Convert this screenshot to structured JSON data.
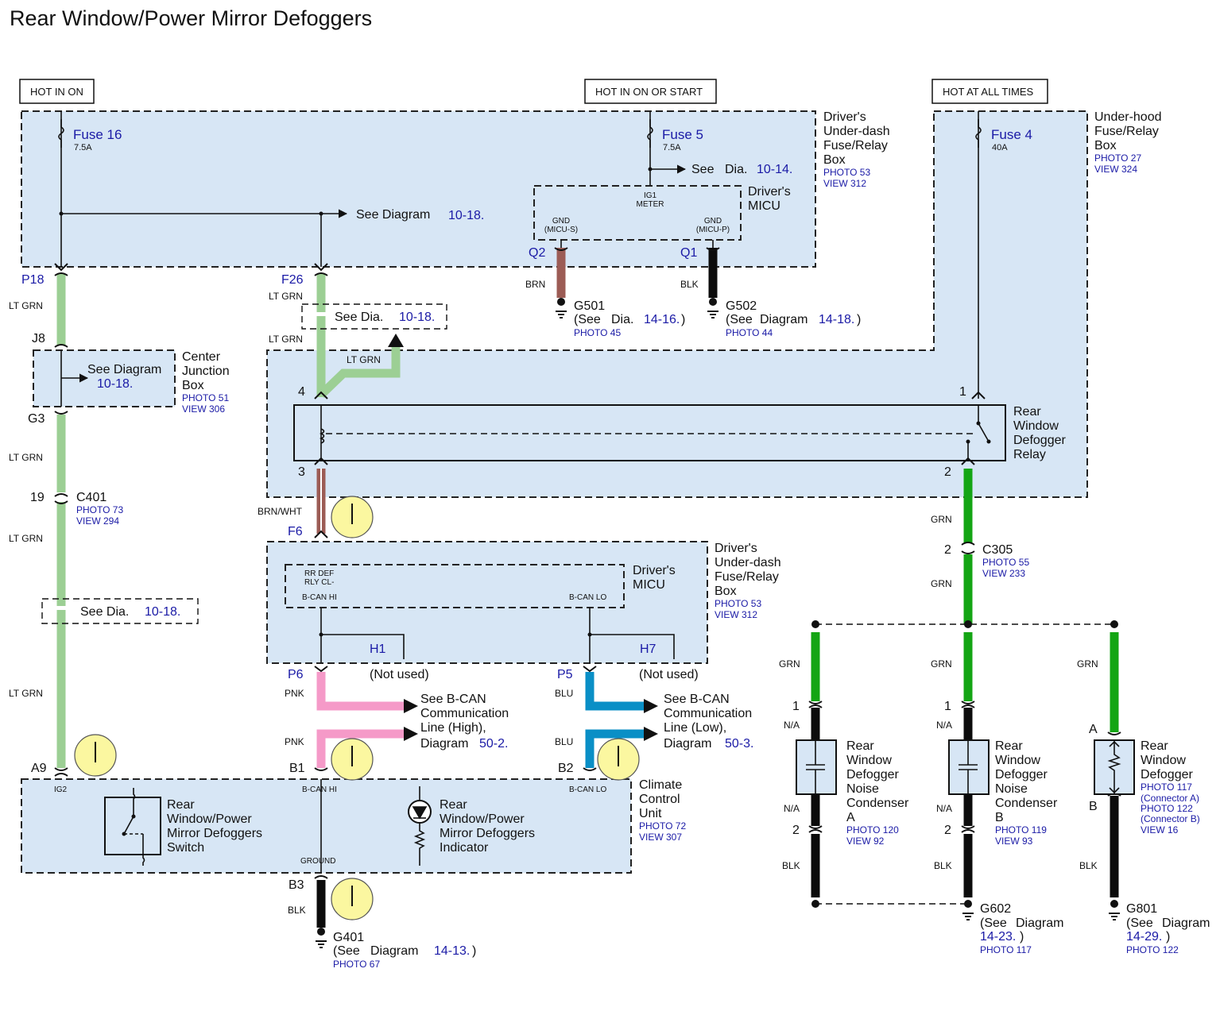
{
  "title": "Rear Window/Power Mirror Defoggers",
  "power": {
    "hot_in_on": "HOT IN ON",
    "hot_in_on_or_start": "HOT IN ON OR START",
    "hot_at_all_times": "HOT AT ALL TIMES"
  },
  "fuses": {
    "f16": {
      "name": "Fuse 16",
      "rating": "7.5A"
    },
    "f5": {
      "name": "Fuse 5",
      "rating": "7.5A"
    },
    "f4": {
      "name": "Fuse 4",
      "rating": "40A"
    }
  },
  "driver_box_top": {
    "l1": "Driver's",
    "l2": "Under-dash",
    "l3": "Fuse/Relay",
    "l4": "Box",
    "photo": "PHOTO 53",
    "view": "VIEW 312"
  },
  "underhood_box": {
    "l1": "Under-hood",
    "l2": "Fuse/Relay",
    "l3": "Box",
    "photo": "PHOTO 27",
    "view": "VIEW 324"
  },
  "micu_top": {
    "l1": "Driver's",
    "l2": "MICU",
    "ig1": "IG1",
    "meter": "METER",
    "gnd_s1": "GND",
    "gnd_s2": "(MICU-S)",
    "gnd_p1": "GND",
    "gnd_p2": "(MICU-P)"
  },
  "refs": {
    "see_diagram": "See Diagram",
    "see_dia": "See Dia.",
    "see": "See",
    "d1018": "10-18.",
    "d1014": "10-14.",
    "d1416": "14-16.",
    "d1418": "14-18.",
    "d1413": "14-13.",
    "d1423": "14-23.",
    "d1429": "14-29."
  },
  "connectors": {
    "p18": "P18",
    "f26": "F26",
    "q2": "Q2",
    "q1": "Q1",
    "j8": "J8",
    "g3": "G3",
    "c401": "C401",
    "c401_pin": "19",
    "c401_photo": "PHOTO 73",
    "c401_view": "VIEW 294",
    "f6": "F6",
    "p6": "P6",
    "p5": "P5",
    "h1": "H1",
    "h7": "H7",
    "a9": "A9",
    "b1": "B1",
    "b2": "B2",
    "b3": "B3",
    "c305": "C305",
    "c305_pin": "2",
    "c305_photo": "PHOTO 55",
    "c305_view": "VIEW 233",
    "relay_pin4": "4",
    "relay_pin3": "3",
    "relay_pin1": "1",
    "relay_pin2": "2",
    "pin1": "1",
    "pin2": "2",
    "pin_a": "A",
    "pin_b": "B"
  },
  "wires": {
    "ltgrn": "LT GRN",
    "grn": "GRN",
    "blk": "BLK",
    "brn": "BRN",
    "brnwht": "BRN/WHT",
    "pnk": "PNK",
    "blu": "BLU",
    "na": "N/A"
  },
  "grounds": {
    "g501": "G501",
    "g501_see": "(See",
    "g501_photo": "PHOTO 45",
    "g502": "G502",
    "g502_see": "(See",
    "g502_photo": "PHOTO 44",
    "g401": "G401",
    "g401_see": "(See",
    "g401_photo": "PHOTO 67",
    "g602": "G602",
    "g602_see": "(See",
    "g602_photo": "PHOTO 117",
    "g801": "G801",
    "g801_see": "(See",
    "g801_photo": "PHOTO 122",
    "close": ")"
  },
  "cjb": {
    "l1": "Center",
    "l2": "Junction",
    "l3": "Box",
    "photo": "PHOTO 51",
    "view": "VIEW 306"
  },
  "relay": {
    "l1": "Rear",
    "l2": "Window",
    "l3": "Defogger",
    "l4": "Relay"
  },
  "driver_box_mid": {
    "l1": "Driver's",
    "l2": "Under-dash",
    "l3": "Fuse/Relay",
    "l4": "Box",
    "photo": "PHOTO 53",
    "view": "VIEW 312"
  },
  "micu_mid": {
    "l1": "Driver's",
    "l2": "MICU",
    "rrdef": "RR DEF",
    "rly": "RLY CL-",
    "bcan_hi": "B-CAN HI",
    "bcan_lo": "B-CAN LO"
  },
  "not_used": "(Not used)",
  "bcan_high": {
    "l1": "See B-CAN",
    "l2": "Communication",
    "l3": "Line (High),",
    "l4": "Diagram",
    "num": "50-2."
  },
  "bcan_low": {
    "l1": "See B-CAN",
    "l2": "Communication",
    "l3": "Line (Low),",
    "l4": "Diagram",
    "num": "50-3."
  },
  "climate": {
    "l1": "Climate",
    "l2": "Control",
    "l3": "Unit",
    "photo": "PHOTO 72",
    "view": "VIEW 307",
    "ig2": "IG2",
    "bcan_hi": "B-CAN HI",
    "bcan_lo": "B-CAN LO",
    "ground": "GROUND"
  },
  "switch": {
    "l1": "Rear",
    "l2": "Window/Power",
    "l3": "Mirror Defoggers",
    "l4": "Switch"
  },
  "indicator": {
    "l1": "Rear",
    "l2": "Window/Power",
    "l3": "Mirror Defoggers",
    "l4": "Indicator"
  },
  "cond_a": {
    "l1": "Rear",
    "l2": "Window",
    "l3": "Defogger",
    "l4": "Noise",
    "l5": "Condenser",
    "l6": "A",
    "photo": "PHOTO 120",
    "view": "VIEW 92"
  },
  "cond_b": {
    "l1": "Rear",
    "l2": "Window",
    "l3": "Defogger",
    "l4": "Noise",
    "l5": "Condenser",
    "l6": "B",
    "photo": "PHOTO 119",
    "view": "VIEW 93"
  },
  "defogger": {
    "l1": "Rear",
    "l2": "Window",
    "l3": "Defogger",
    "photo1": "PHOTO 117",
    "conn_a": "(Connector A)",
    "photo2": "PHOTO 122",
    "conn_b": "(Connector B)",
    "view": "VIEW 16"
  }
}
